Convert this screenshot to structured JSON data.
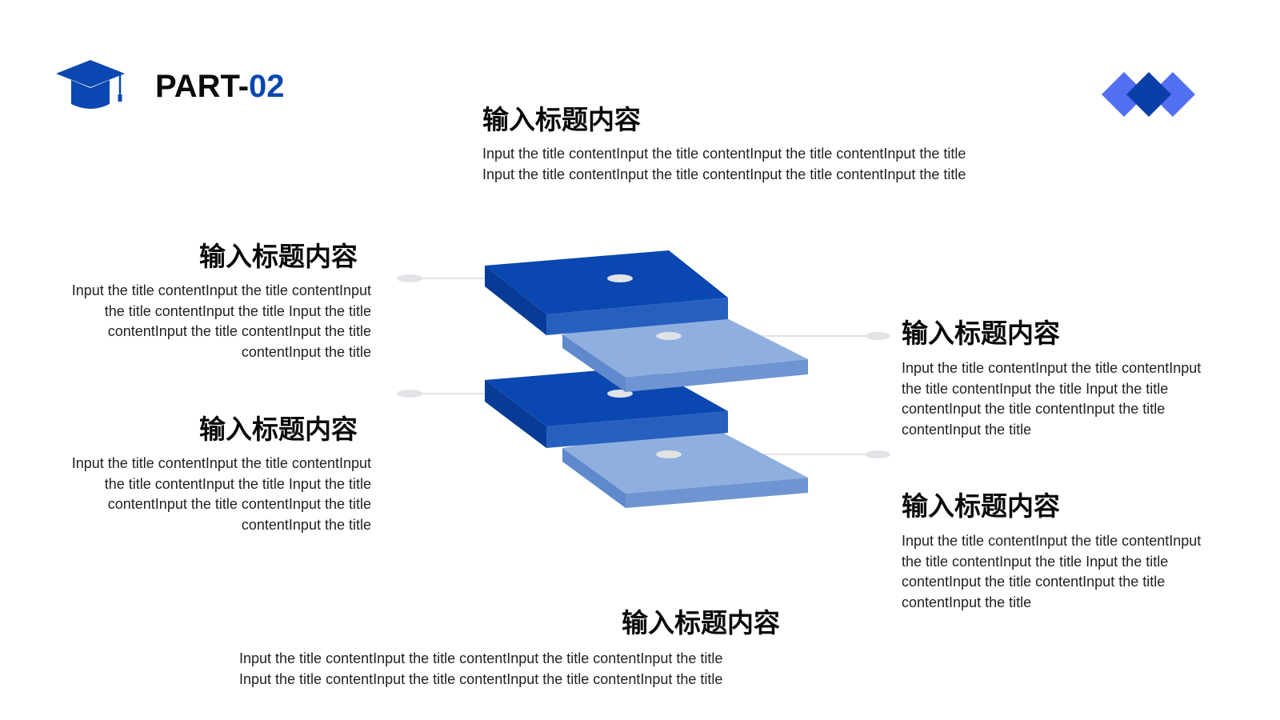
{
  "header": {
    "part_label": "PART-",
    "part_number": "02"
  },
  "blocks": {
    "top": {
      "title": "输入标题内容",
      "body": "Input the title contentInput the title contentInput the title contentInput the title\nInput the title contentInput the title contentInput the title contentInput the title"
    },
    "left_upper": {
      "title": "输入标题内容",
      "body": "Input the title contentInput the title contentInput\nthe title contentInput the title Input the title\ncontentInput the title contentInput the title\ncontentInput the title"
    },
    "left_lower": {
      "title": "输入标题内容",
      "body": "Input the title contentInput the title contentInput\nthe title contentInput the title Input the title\ncontentInput the title contentInput the title\ncontentInput the title"
    },
    "right_upper": {
      "title": "输入标题内容",
      "body": "Input the title contentInput the title contentInput\nthe title contentInput the title Input the title\ncontentInput the title contentInput the title\ncontentInput the title"
    },
    "right_lower": {
      "title": "输入标题内容",
      "body": "Input the title contentInput the title contentInput\nthe title contentInput the title Input the title\ncontentInput the title contentInput the title\ncontentInput the title"
    },
    "bottom": {
      "title": "输入标题内容",
      "body": "Input the title contentInput the title contentInput the title contentInput the title\nInput the title contentInput the title contentInput the title contentInput the title"
    }
  },
  "icons": {
    "header_icon": "graduation-cap-icon",
    "corner_icon": "diamonds-decoration-icon"
  },
  "colors": {
    "dark_blue": "#0a47b0",
    "dark_blue_side": "#275fbf",
    "light_blue": "#8fb0df",
    "light_blue_side": "#6e95d2",
    "accent_blue": "#4a67f0",
    "connector": "#e2e3e7"
  }
}
